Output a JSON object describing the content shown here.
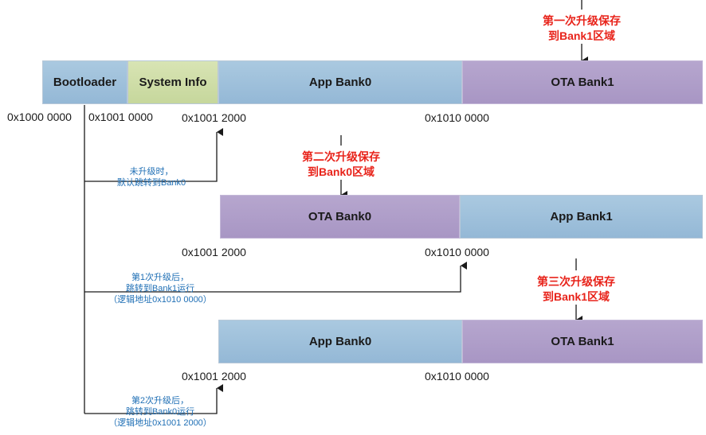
{
  "row1": {
    "blocks": {
      "bootloader": "Bootloader",
      "system_info": "System Info",
      "app_bank0": "App Bank0",
      "ota_bank1": "OTA Bank1"
    },
    "addresses": [
      "0x1000 0000",
      "0x1001 0000",
      "0x1001 2000",
      "0x1010 0000"
    ]
  },
  "row2": {
    "blocks": {
      "ota_bank0": "OTA Bank0",
      "app_bank1": "App Bank1"
    },
    "addresses": [
      "0x1001 2000",
      "0x1010 0000"
    ]
  },
  "row3": {
    "blocks": {
      "app_bank0": "App Bank0",
      "ota_bank1": "OTA Bank1"
    },
    "addresses": [
      "0x1001 2000",
      "0x1010 0000"
    ]
  },
  "upgrade_notes": {
    "first": [
      "第一次升级保存",
      "到Bank1区域"
    ],
    "second": [
      "第二次升级保存",
      "到Bank0区域"
    ],
    "third": [
      "第三次升级保存",
      "到Bank1区域"
    ]
  },
  "jump_notes": {
    "no_upgrade": [
      "未升级时，",
      "默认跳转到Bank0"
    ],
    "after_first": [
      "第1次升级后，",
      "跳转到Bank1运行",
      "（逻辑地址0x1010 0000）"
    ],
    "after_second": [
      "第2次升级后，",
      "跳转到Bank0运行",
      "（逻辑地址0x1001 2000）"
    ]
  },
  "colors": {
    "app_bank": "#9fc0dc",
    "ota_bank": "#b09fc9",
    "system_info": "#cfdea8",
    "upgrade_note": "#e8231a",
    "jump_note": "#1f6fb5"
  }
}
